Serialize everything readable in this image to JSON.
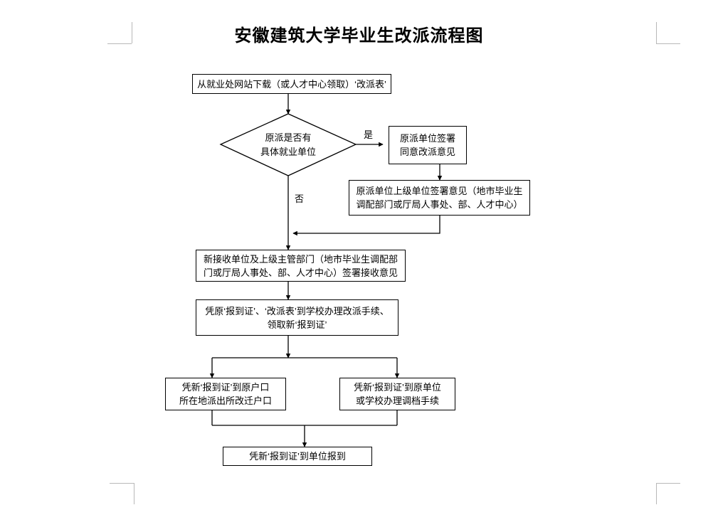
{
  "document": {
    "title": "安徽建筑大学毕业生改派流程图"
  },
  "colors": {
    "line": "#000000",
    "text": "#000000",
    "background": "#ffffff",
    "crop_mark": "#b8b8b8"
  },
  "flowchart": {
    "type": "flowchart",
    "orientation": "top-to-bottom",
    "nodes": [
      {
        "id": "start",
        "shape": "rectangle",
        "lines": [
          "从就业处网站下载（或人才中心领取）‘改派表’"
        ]
      },
      {
        "id": "decision",
        "shape": "diamond",
        "lines": [
          "原派是否有",
          "具体就业单位"
        ]
      },
      {
        "id": "original-unit-sign",
        "shape": "rectangle",
        "lines": [
          "原派单位签署",
          "同意改派意见"
        ]
      },
      {
        "id": "superior-unit-sign",
        "shape": "rectangle",
        "lines": [
          "原派单位上级单位签署意见（地市毕业生",
          "调配部门或厅局人事处、部、人才中心）"
        ]
      },
      {
        "id": "new-unit-accept",
        "shape": "rectangle",
        "lines": [
          "新接收单位及上级主管部门（地市毕业生调配部",
          "门或厅局人事处、部、人才中心）签署接收意见"
        ]
      },
      {
        "id": "school-process",
        "shape": "rectangle",
        "lines": [
          "凭原‘报到证’、‘改派表’到学校办理改派手续、",
          "领取新‘报到证’"
        ]
      },
      {
        "id": "household-transfer",
        "shape": "rectangle",
        "lines": [
          "凭新‘报到证’到原户口",
          "所在地派出所改迁户口"
        ]
      },
      {
        "id": "file-transfer",
        "shape": "rectangle",
        "lines": [
          "凭新‘报到证’到原单位",
          "或学校办理调档手续"
        ]
      },
      {
        "id": "report-to-unit",
        "shape": "rectangle",
        "lines": [
          "凭新‘报到证’到单位报到"
        ]
      }
    ],
    "edge_labels": {
      "yes": "是",
      "no": "否"
    }
  }
}
